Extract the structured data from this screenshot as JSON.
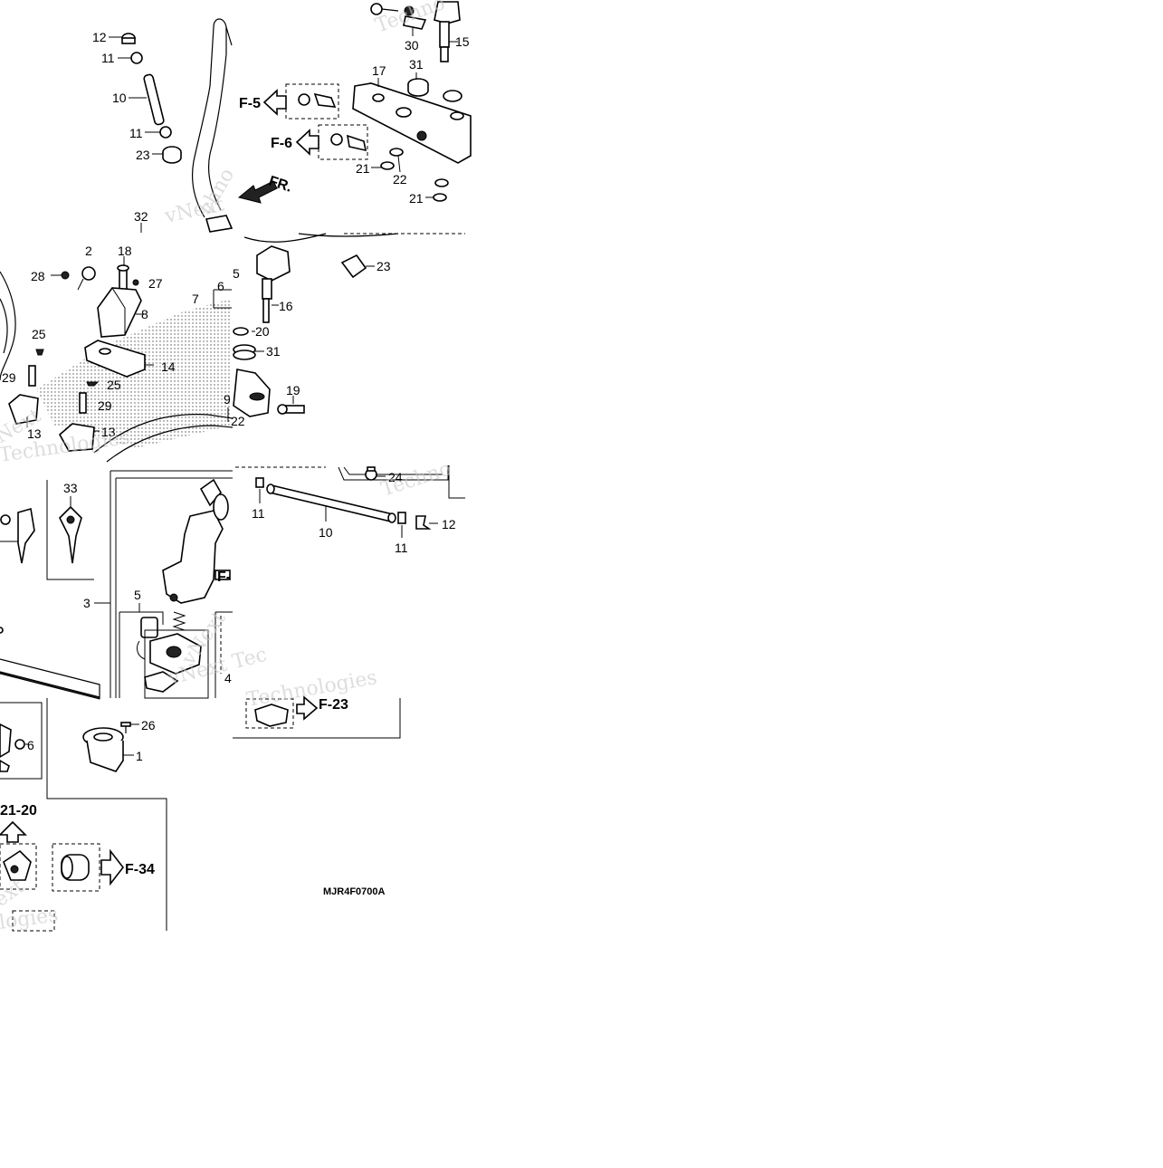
{
  "labels": {
    "p1_12": "12",
    "p1_11a": "11",
    "p1_10": "10",
    "p1_11b": "11",
    "p1_23": "23",
    "p1_32": "32",
    "p1_30": "30",
    "p1_15": "15",
    "p1_31": "31",
    "p1_17": "17",
    "p1_21a": "21",
    "p1_22": "22",
    "p1_21b": "21",
    "p2_2": "2",
    "p2_18": "18",
    "p2_28": "28",
    "p2_27": "27",
    "p2_8": "8",
    "p2_7": "7",
    "p2_6": "6",
    "p2_25a": "25",
    "p2_29a": "29",
    "p2_14": "14",
    "p2_25b": "25",
    "p2_29b": "29",
    "p2_13a": "13",
    "p2_13b": "13",
    "p2_9": "9",
    "p2_22": "22",
    "p3_5": "5",
    "p3_23": "23",
    "p3_16": "16",
    "p3_20": "20",
    "p3_31": "31",
    "p3_19": "19",
    "p4_33": "33",
    "p4_3": "3",
    "p4_5": "5",
    "p4_4": "4",
    "p5_24": "24",
    "p5_11a": "11",
    "p5_10": "10",
    "p5_11b": "11",
    "p5_12": "12",
    "p6_6": "6",
    "p6_26": "26",
    "p6_1": "1"
  },
  "refs": {
    "f5": "F-5",
    "f6": "F-6",
    "fr": "FR.",
    "f23": "F-23",
    "f2120": "21-20",
    "f34": "F-34",
    "f_partial": "F-"
  },
  "watermark": {
    "a": "Techno",
    "b": "vNext",
    "c": "vNext",
    "d": "Technologies",
    "e": "Next",
    "f": "Technologies",
    "g": "Techno",
    "h": "vNext Tec",
    "i": "logies",
    "j": "ext",
    "k": "chno",
    "l": "ogies"
  },
  "diagram_code": "MJR4F0700A"
}
